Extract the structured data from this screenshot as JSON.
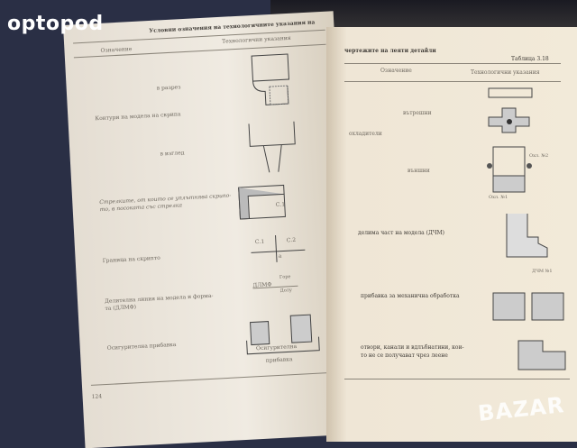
{
  "watermarks": {
    "top_left": "optopod",
    "bottom_right": "BAZAR"
  },
  "left_page": {
    "header": "Условни означения на технологичните указания на",
    "col_designation": "Означение",
    "col_instructions": "Технологични указания",
    "rows": [
      {
        "text": "в разрез"
      },
      {
        "text": "Контури на модела на скрипа"
      },
      {
        "text": "в изглед"
      },
      {
        "text": "Стрелките, от които се уплътнява скрипо-",
        "text2": "то, в посоката със стрелка"
      },
      {
        "text": "Граница на скрипто"
      },
      {
        "text": "Делителна линия на модела и форма-",
        "text2": "та (ДЛМФ)"
      },
      {
        "text": "Осигурителна прибавка"
      }
    ],
    "labels": {
      "c1": "С.1",
      "c2": "С.2",
      "a": "а",
      "dlmf": "ДЛМФ",
      "up": "Горе",
      "down": "Долу",
      "allowance": "Осигурителна",
      "allowance2": "прибавка"
    },
    "page_number": "124"
  },
  "right_page": {
    "header": "чертежите на леяти детайли",
    "table_label": "Таблица 3.18",
    "col_designation": "Означение",
    "col_instructions": "Технологични указания",
    "rows": [
      {
        "text": "вътрешни"
      },
      {
        "text": "охладители"
      },
      {
        "text": "външни"
      },
      {
        "text": "делима част на модела (ДЧМ)"
      },
      {
        "text": "прибавка за механична обработка"
      },
      {
        "text": "отвори, канали и вдлъбнатини, кои-",
        "text2": "то не се получават чрез леене"
      }
    ],
    "labels": {
      "chill2": "Охл. №2",
      "chill1": "Охл. №1",
      "dchm": "ДЧМ №1"
    }
  }
}
